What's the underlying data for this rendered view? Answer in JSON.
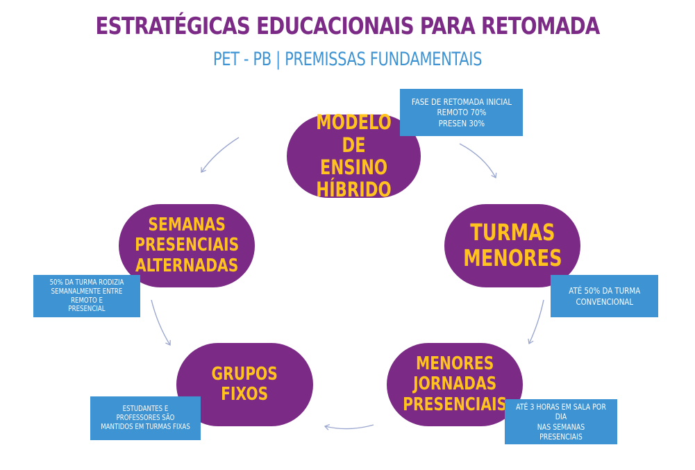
{
  "title": "ESTRATÉGICAS EDUCACIONAIS PARA RETOMADA",
  "subtitle": "PET - PB | PREMISSAS FUNDAMENTAIS",
  "nodes": {
    "hibrido": "MODELO DE\nENSINO HÍBRIDO",
    "turmas": "TURMAS\nMENORES",
    "jornadas": "MENORES\nJORNADAS\nPRESENCIAIS",
    "grupos": "GRUPOS\nFIXOS",
    "semanas": "SEMANAS\nPRESENCIAIS\nALTERNADAS"
  },
  "notes": {
    "hibrido": "FASE DE RETOMADA INICIAL\nREMOTO 70%\nPRESEN 30%",
    "turmas": "ATÉ 50% DA TURMA\nCONVENCIONAL",
    "jornadas": "ATÉ 3 HORAS EM SALA POR DIA\nNAS SEMANAS PRESENCIAIS",
    "grupos": "ESTUDANTES E PROFESSORES SÃO\nMANTIDOS EM TURMAS FIXAS",
    "semanas": "50% DA TURMA RODIZIA\nSEMANALMENTE ENTRE REMOTO E\nPRESENCIAL"
  },
  "colors": {
    "title": "#7b2a86",
    "subtitle": "#3e93d3",
    "pill_bg": "#7b2a86",
    "pill_text": "#ffc21f",
    "note_bg": "#3e93d3",
    "note_text": "#ffffff",
    "arrow": "#9aa6cf"
  }
}
